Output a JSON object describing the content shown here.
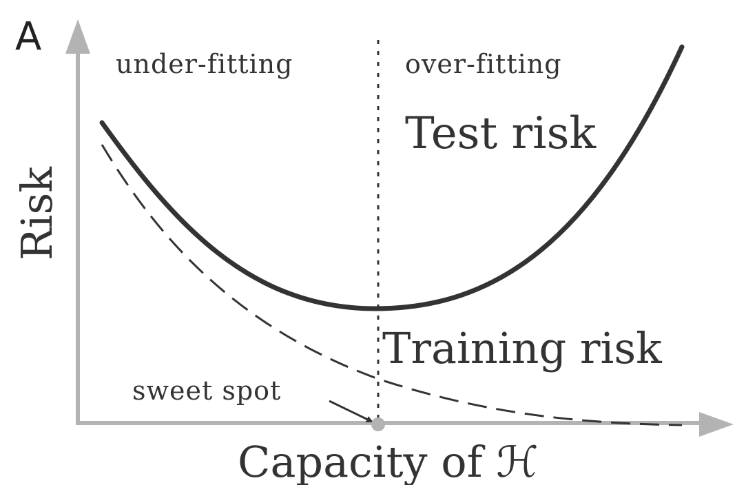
{
  "panel_label": "A",
  "axes": {
    "y_label": "Risk",
    "x_label": "Capacity of ℋ"
  },
  "regions": {
    "left": "under-fitting",
    "right": "over-fitting"
  },
  "curves": {
    "test": {
      "label": "Test risk",
      "style": "solid"
    },
    "training": {
      "label": "Training risk",
      "style": "dashed"
    }
  },
  "annotation": {
    "label": "sweet spot"
  },
  "colors": {
    "axis": "#b3b3b3",
    "curve": "#333333",
    "marker": "#b3b3b3",
    "text": "#333333"
  }
}
